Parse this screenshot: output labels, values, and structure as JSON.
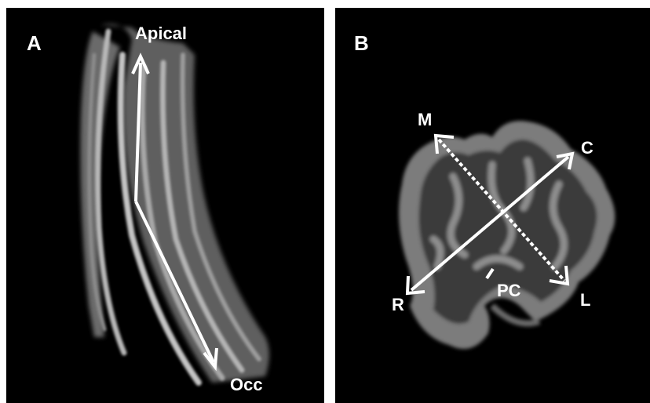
{
  "figure": {
    "panel_a": {
      "letter": "A",
      "labels": {
        "apical": "Apical",
        "occ": "Occ"
      }
    },
    "panel_b": {
      "letter": "B",
      "labels": {
        "m": "M",
        "c": "C",
        "r": "R",
        "l": "L",
        "pc": "PC"
      }
    }
  },
  "colors": {
    "panel_background": "#000000",
    "arrow": "#ffffff",
    "tooth": "#9a9a9a"
  }
}
